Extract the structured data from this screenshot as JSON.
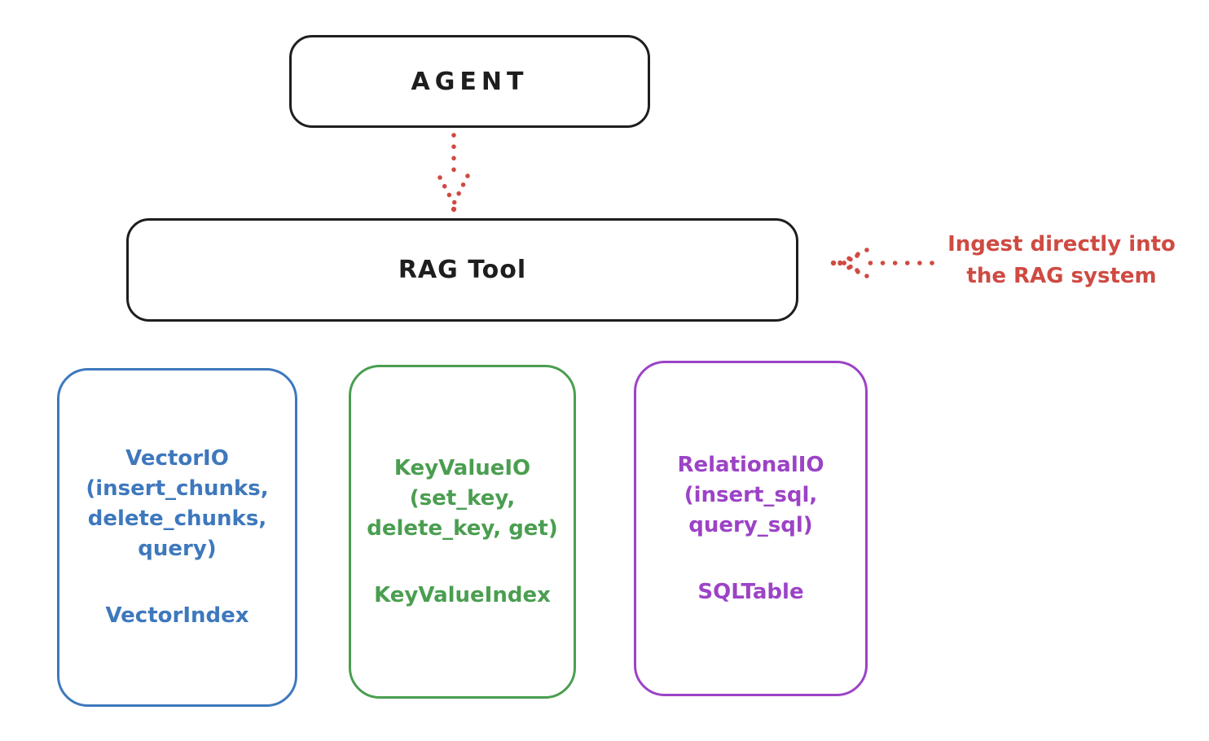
{
  "colors": {
    "stroke": "#1e1e1e",
    "red": "#cf4a42",
    "vector": "#3e78bd",
    "keyvalue": "#4a9e50",
    "relational": "#9c43c6",
    "background": "#ffffff"
  },
  "agent": {
    "label": "AGENT"
  },
  "rag_tool": {
    "label": "RAG Tool"
  },
  "annotation": {
    "text": "Ingest directly into\nthe RAG system"
  },
  "backends": [
    {
      "name": "vector-io",
      "io_text": "VectorIO\n(insert_chunks,\ndelete_chunks,\nquery)",
      "index_text": "VectorIndex",
      "color": "#3e78bd"
    },
    {
      "name": "keyvalue-io",
      "io_text": "KeyValueIO\n(set_key,\ndelete_key, get)",
      "index_text": "KeyValueIndex",
      "color": "#4a9e50"
    },
    {
      "name": "relational-io",
      "io_text": "RelationalIO\n(insert_sql,\nquery_sql)",
      "index_text": "SQLTable",
      "color": "#9c43c6"
    }
  ]
}
